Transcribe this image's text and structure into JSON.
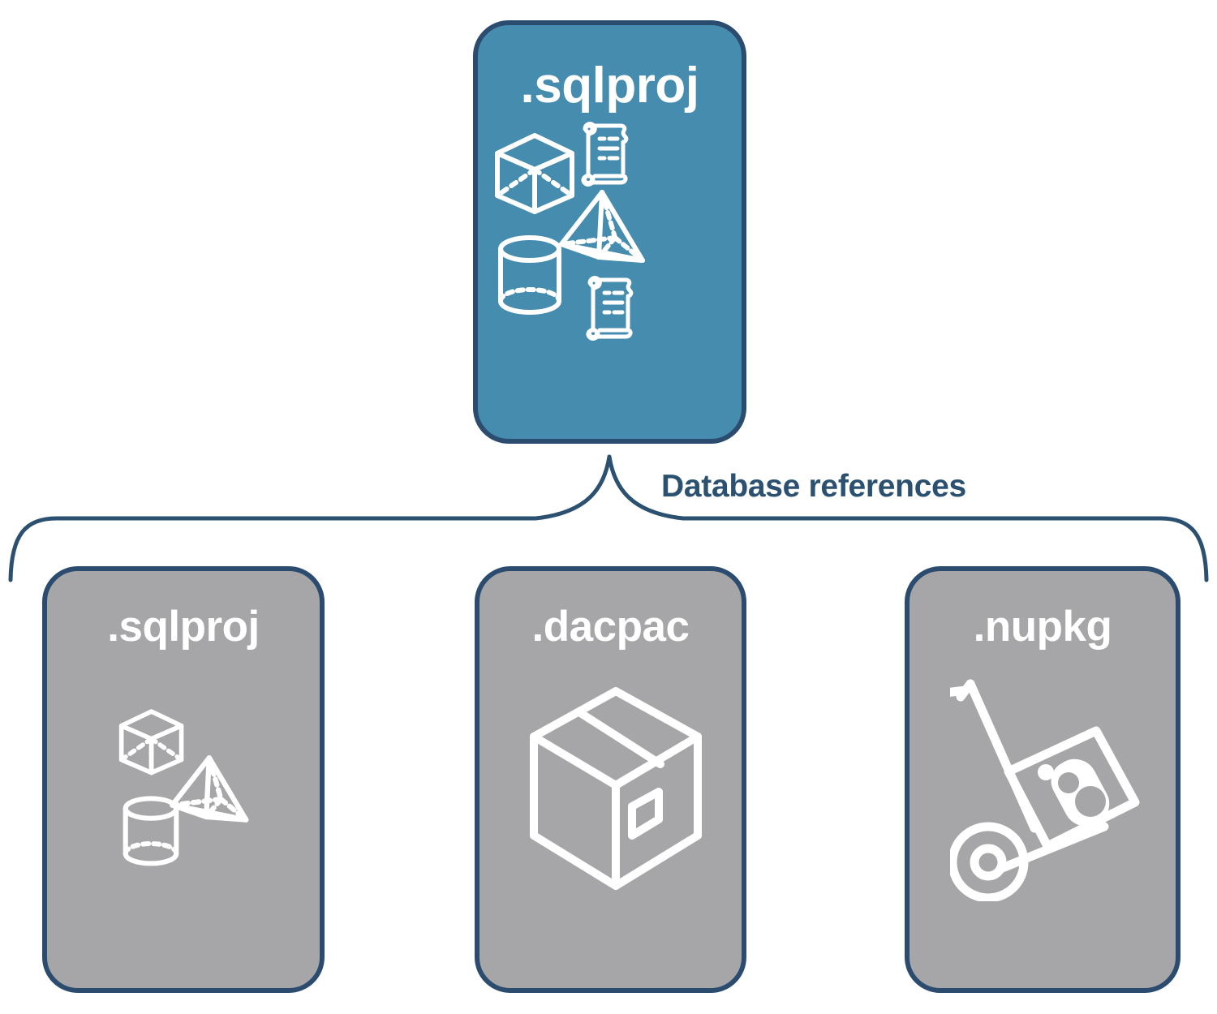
{
  "diagram": {
    "title_text": "Database references",
    "colors": {
      "accent_blue": "#458caf",
      "border_navy": "#2b4c6f",
      "card_gray": "#a6a6a8",
      "label_blue": "#2b5070",
      "icon_white": "#ffffff"
    }
  },
  "root_node": {
    "label": ".sqlproj",
    "icons": [
      "cube-icon",
      "scroll-icon",
      "pyramid-icon",
      "cylinder-icon",
      "scroll-icon"
    ]
  },
  "connector": {
    "label": "Database references"
  },
  "reference_nodes": [
    {
      "label": ".sqlproj",
      "icons": [
        "cube-icon",
        "pyramid-icon",
        "cylinder-icon"
      ]
    },
    {
      "label": ".dacpac",
      "icons": [
        "package-box-icon"
      ]
    },
    {
      "label": ".nupkg",
      "icons": [
        "hand-truck-icon"
      ]
    }
  ]
}
